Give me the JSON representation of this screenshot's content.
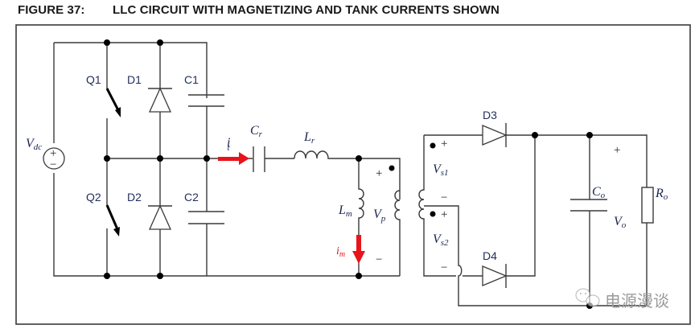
{
  "figure": {
    "number": "FIGURE 37:",
    "title": "LLC CIRCUIT WITH MAGNETIZING AND TANK CURRENTS SHOWN"
  },
  "components": {
    "source": {
      "label": "V",
      "sub": "dc",
      "plus": "+",
      "minus": "−"
    },
    "switch_high": "Q1",
    "switch_low": "Q2",
    "diode_high": "D1",
    "diode_low": "D2",
    "cap_high": "C1",
    "cap_low": "C2",
    "resonant_cap": {
      "label": "C",
      "sub": "r"
    },
    "resonant_ind": {
      "label": "L",
      "sub": "r"
    },
    "magnetizing_ind": {
      "label": "L",
      "sub": "m"
    },
    "primary_voltage": {
      "label": "V",
      "sub": "p",
      "plus": "+",
      "minus": "−"
    },
    "secondary_1": {
      "label": "V",
      "sub": "s1",
      "plus": "+",
      "minus": "−"
    },
    "secondary_2": {
      "label": "V",
      "sub": "s2",
      "plus": "+",
      "minus": "−"
    },
    "rectifier_top": "D3",
    "rectifier_bottom": "D4",
    "output_cap": {
      "label": "C",
      "sub": "o"
    },
    "output_voltage": {
      "label": "V",
      "sub": "o",
      "plus": "+"
    },
    "load": {
      "label": "R",
      "sub": "o"
    }
  },
  "currents": {
    "tank": {
      "label": "i",
      "sub": "t",
      "color": "#e8141b"
    },
    "magnetizing": {
      "label": "i",
      "sub": "m",
      "color": "#e8141b"
    }
  },
  "watermark": {
    "text": "电源漫谈",
    "icon": "wechat-icon"
  }
}
